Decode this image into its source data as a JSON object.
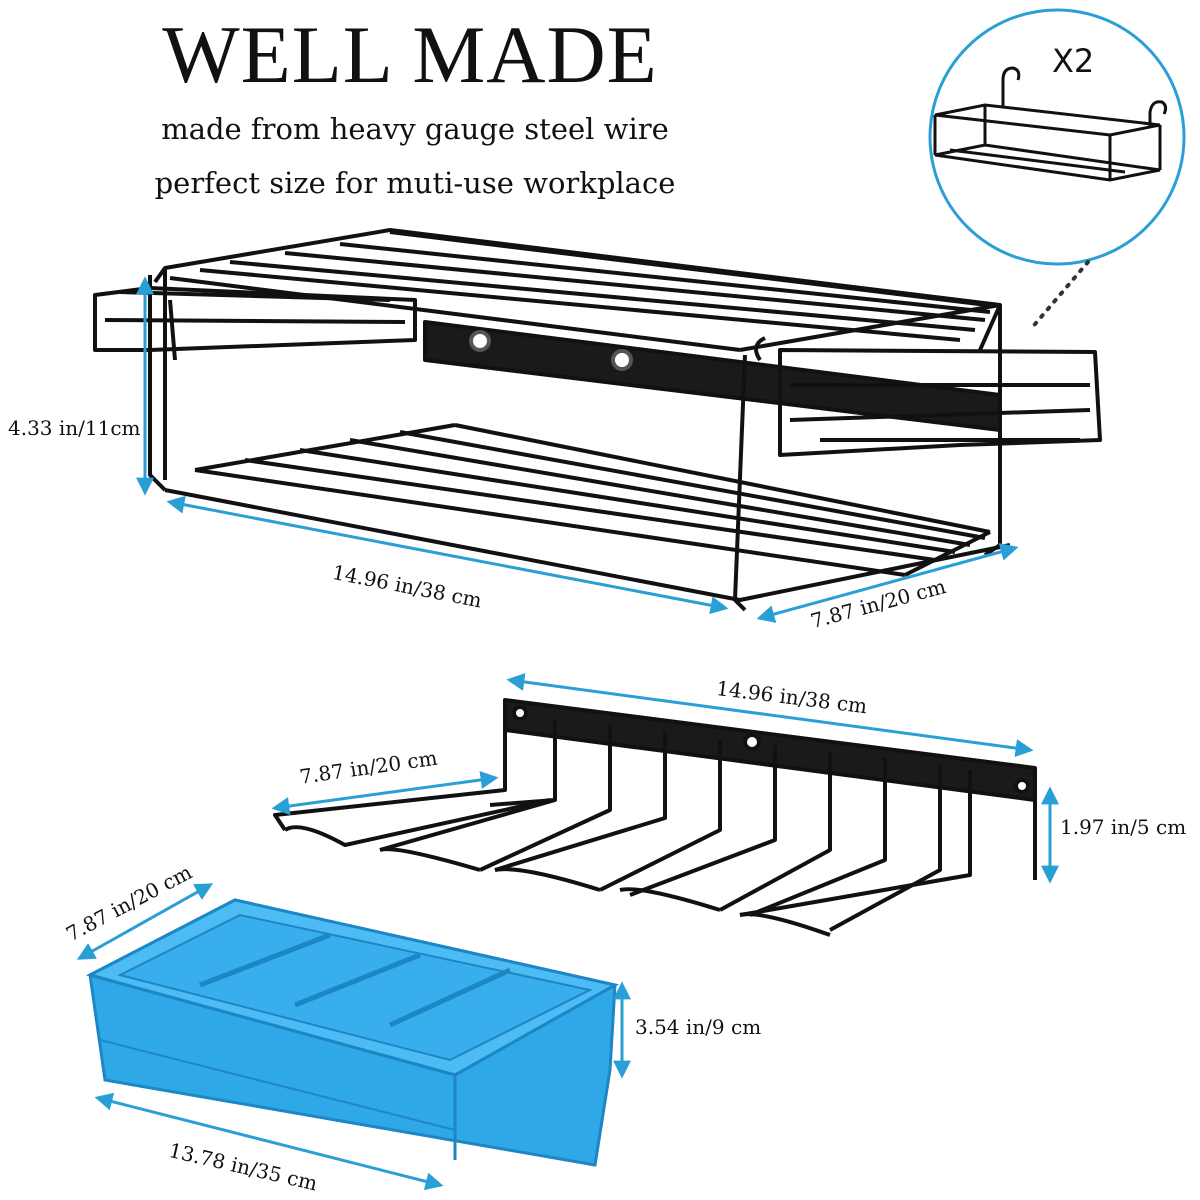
{
  "header": {
    "title": "WELL MADE",
    "line1": "made from heavy gauge steel wire",
    "line2": "perfect size for muti-use workplace"
  },
  "callout": {
    "quantity": "X2"
  },
  "shelf": {
    "height": "4.33 in/11cm",
    "length": "14.96 in/38 cm",
    "depth": "7.87 in/20 cm"
  },
  "drill_rack": {
    "length": "14.96 in/38 cm",
    "depth": "7.87 in/20 cm",
    "height": "1.97 in/5 cm"
  },
  "bin": {
    "depth": "7.87 in/20 cm",
    "height": "3.54 in/9 cm",
    "length": "13.78 in/35 cm"
  },
  "colors": {
    "dimension_line": "#2a9fd6",
    "bin": "#2fa8e8",
    "wire": "#111111"
  }
}
